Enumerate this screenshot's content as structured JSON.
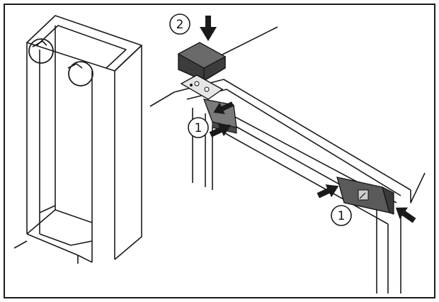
{
  "figure": {
    "background": "#ffffff",
    "line_color": "#1a1a1a",
    "part_color": "#4a4a4a",
    "part_shade": "#8c8c8c",
    "cover_color": "#3c3c3c"
  },
  "callouts": [
    {
      "id": "callout-1-left",
      "label": "1"
    },
    {
      "id": "callout-2",
      "label": "2"
    },
    {
      "id": "callout-1-right",
      "label": "1"
    }
  ],
  "icons": [
    "arrow-down-icon",
    "arrow-left-icon",
    "arrow-right-icon",
    "detail-circle-icon"
  ]
}
